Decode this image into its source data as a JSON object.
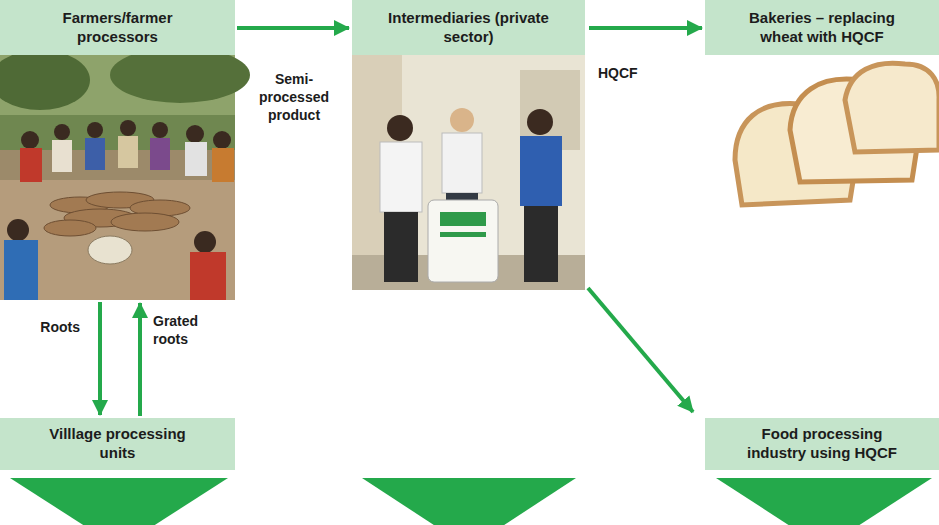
{
  "diagram": {
    "nodes": [
      {
        "text": [
          "Farmers/farmer processors"
        ]
      },
      {
        "text": [
          "Intermediaries (private sector)"
        ]
      },
      {
        "text": [
          "Bakeries – replacing wheat with HQCF"
        ]
      },
      {
        "text": [
          "Villlage processing units"
        ]
      },
      {
        "text": [
          "Food processing industry using HQCF"
        ]
      }
    ],
    "edges": [
      {
        "from": 0,
        "to": 1,
        "label": "Semi- processed product",
        "arrow": "to"
      },
      {
        "from": 1,
        "to": 2,
        "label": "HQCF",
        "arrow": "to"
      },
      {
        "from": 0,
        "to": 3,
        "label": "Roots",
        "arrow": "to"
      },
      {
        "from": 3,
        "to": 0,
        "label": "Grated roots",
        "arrow": "to"
      },
      {
        "from": 1,
        "to": 4,
        "arrow": "to"
      }
    ]
  }
}
